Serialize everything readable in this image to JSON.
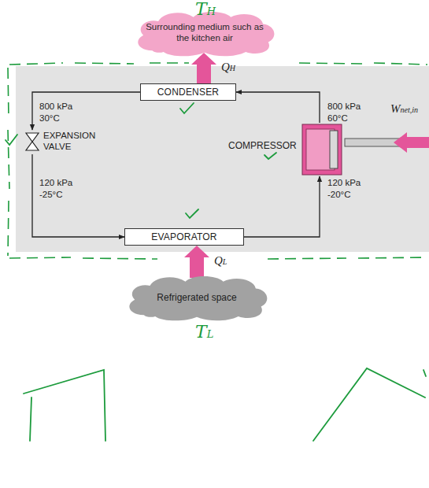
{
  "diagram": {
    "nodes": [
      {
        "text": [
          "Surrounding medium such as the kitchen air"
        ]
      },
      {
        "text": [
          "CONDENSER"
        ]
      },
      {
        "text": [
          "EXPANSION VALVE"
        ]
      },
      {
        "text": [
          "COMPRESSOR"
        ]
      },
      {
        "text": [
          "EVAPORATOR"
        ]
      },
      {
        "text": [
          "Refrigerated space"
        ]
      }
    ],
    "edges": [
      {
        "from": 1,
        "to": 2,
        "arrow": "to"
      },
      {
        "from": 2,
        "to": 4,
        "arrow": "to"
      },
      {
        "from": 4,
        "to": 3,
        "arrow": "to"
      },
      {
        "from": 3,
        "to": 1,
        "arrow": "to"
      },
      {
        "from": 1,
        "to": 0,
        "label": "QH",
        "arrow": "to"
      },
      {
        "from": 5,
        "to": 4,
        "label": "QL",
        "arrow": "to"
      }
    ],
    "labels": [
      "TH",
      "800 kPa",
      "30°C",
      "800 kPa",
      "60°C",
      "Wnet,in",
      "120 kPa",
      "-25°C",
      "120 kPa",
      "-20°C",
      "TL"
    ]
  }
}
